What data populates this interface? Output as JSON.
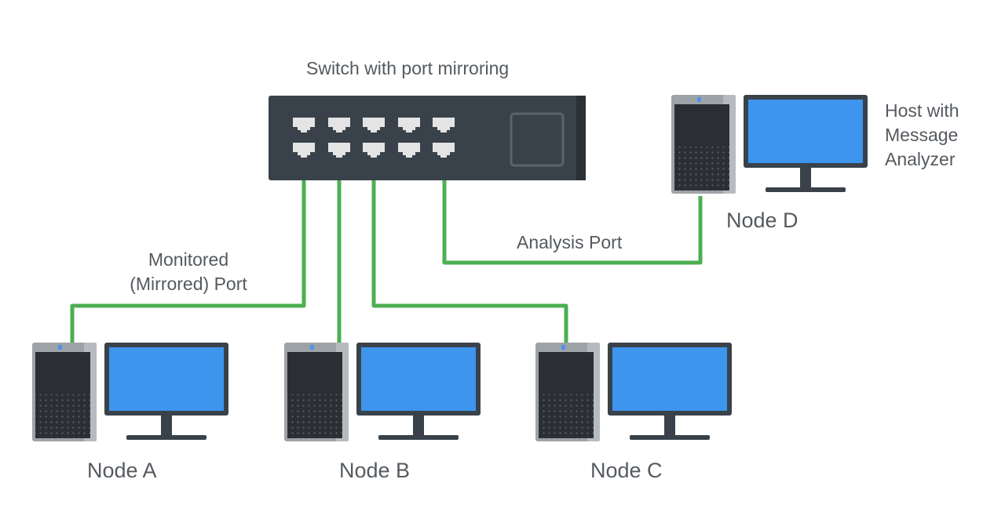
{
  "labels": {
    "switch": "Switch with port mirroring",
    "host": "Host with\nMessage\nAnalyzer",
    "monitored_port": "Monitored\n(Mirrored) Port",
    "analysis_port": "Analysis Port",
    "node_a": "Node A",
    "node_b": "Node B",
    "node_c": "Node C",
    "node_d": "Node D"
  },
  "colors": {
    "switch_body": "#39424a",
    "switch_edge": "#2a3137",
    "cable": "#4caf50",
    "port": "#e4e4e4",
    "tower_body": "#9ea3a8",
    "tower_dark": "#2b2f33",
    "monitor_frame": "#39424a",
    "monitor_screen": "#3d95ee",
    "led": "#4f8ff0"
  },
  "icons": {
    "switch": "network-switch-icon",
    "computer": "desktop-computer-icon"
  }
}
